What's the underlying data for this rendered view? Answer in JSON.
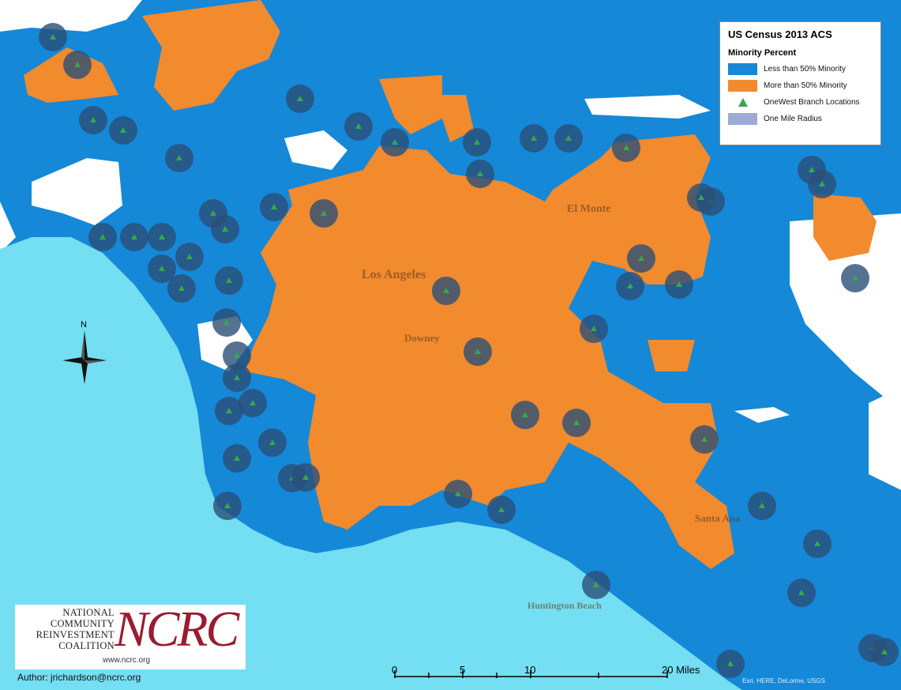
{
  "colors": {
    "ocean": "#74def2",
    "majority_white": "#1588d8",
    "majority_minority": "#f28a2e",
    "branch_marker": "#36a84a",
    "radius_fill": "#2a4f78",
    "radius_legend": "#9eaad6"
  },
  "legend": {
    "title": "US Census 2013 ACS",
    "subtitle": "Minority Percent",
    "items": [
      {
        "label": "Less than 50% Minority",
        "color": "#1588d8",
        "icon": "blue-swatch"
      },
      {
        "label": "More than 50% Minority",
        "color": "#f28a2e",
        "icon": "orange-swatch"
      },
      {
        "label": "OneWest Branch Locations",
        "color": "#36a84a",
        "icon": "green-triangle-icon"
      },
      {
        "label": "One Mile Radius",
        "color": "#9eaad6",
        "icon": "radius-swatch"
      }
    ]
  },
  "places": [
    "Los Angeles",
    "Downey",
    "El Monte",
    "Santa Ana",
    "Huntington Beach"
  ],
  "compass_label": "N",
  "scale_bar": {
    "labels": [
      "0",
      "5",
      "10",
      "20 Miles"
    ]
  },
  "branding": {
    "org_name": [
      "NATIONAL",
      "COMMUNITY",
      "REINVESTMENT",
      "COALITION"
    ],
    "logo": "NCRC",
    "url": "www.ncrc.org",
    "author": "Author: jrichardson@ncrc.org"
  },
  "attribution": "Esri, HERE, DeLorme, USGS"
}
